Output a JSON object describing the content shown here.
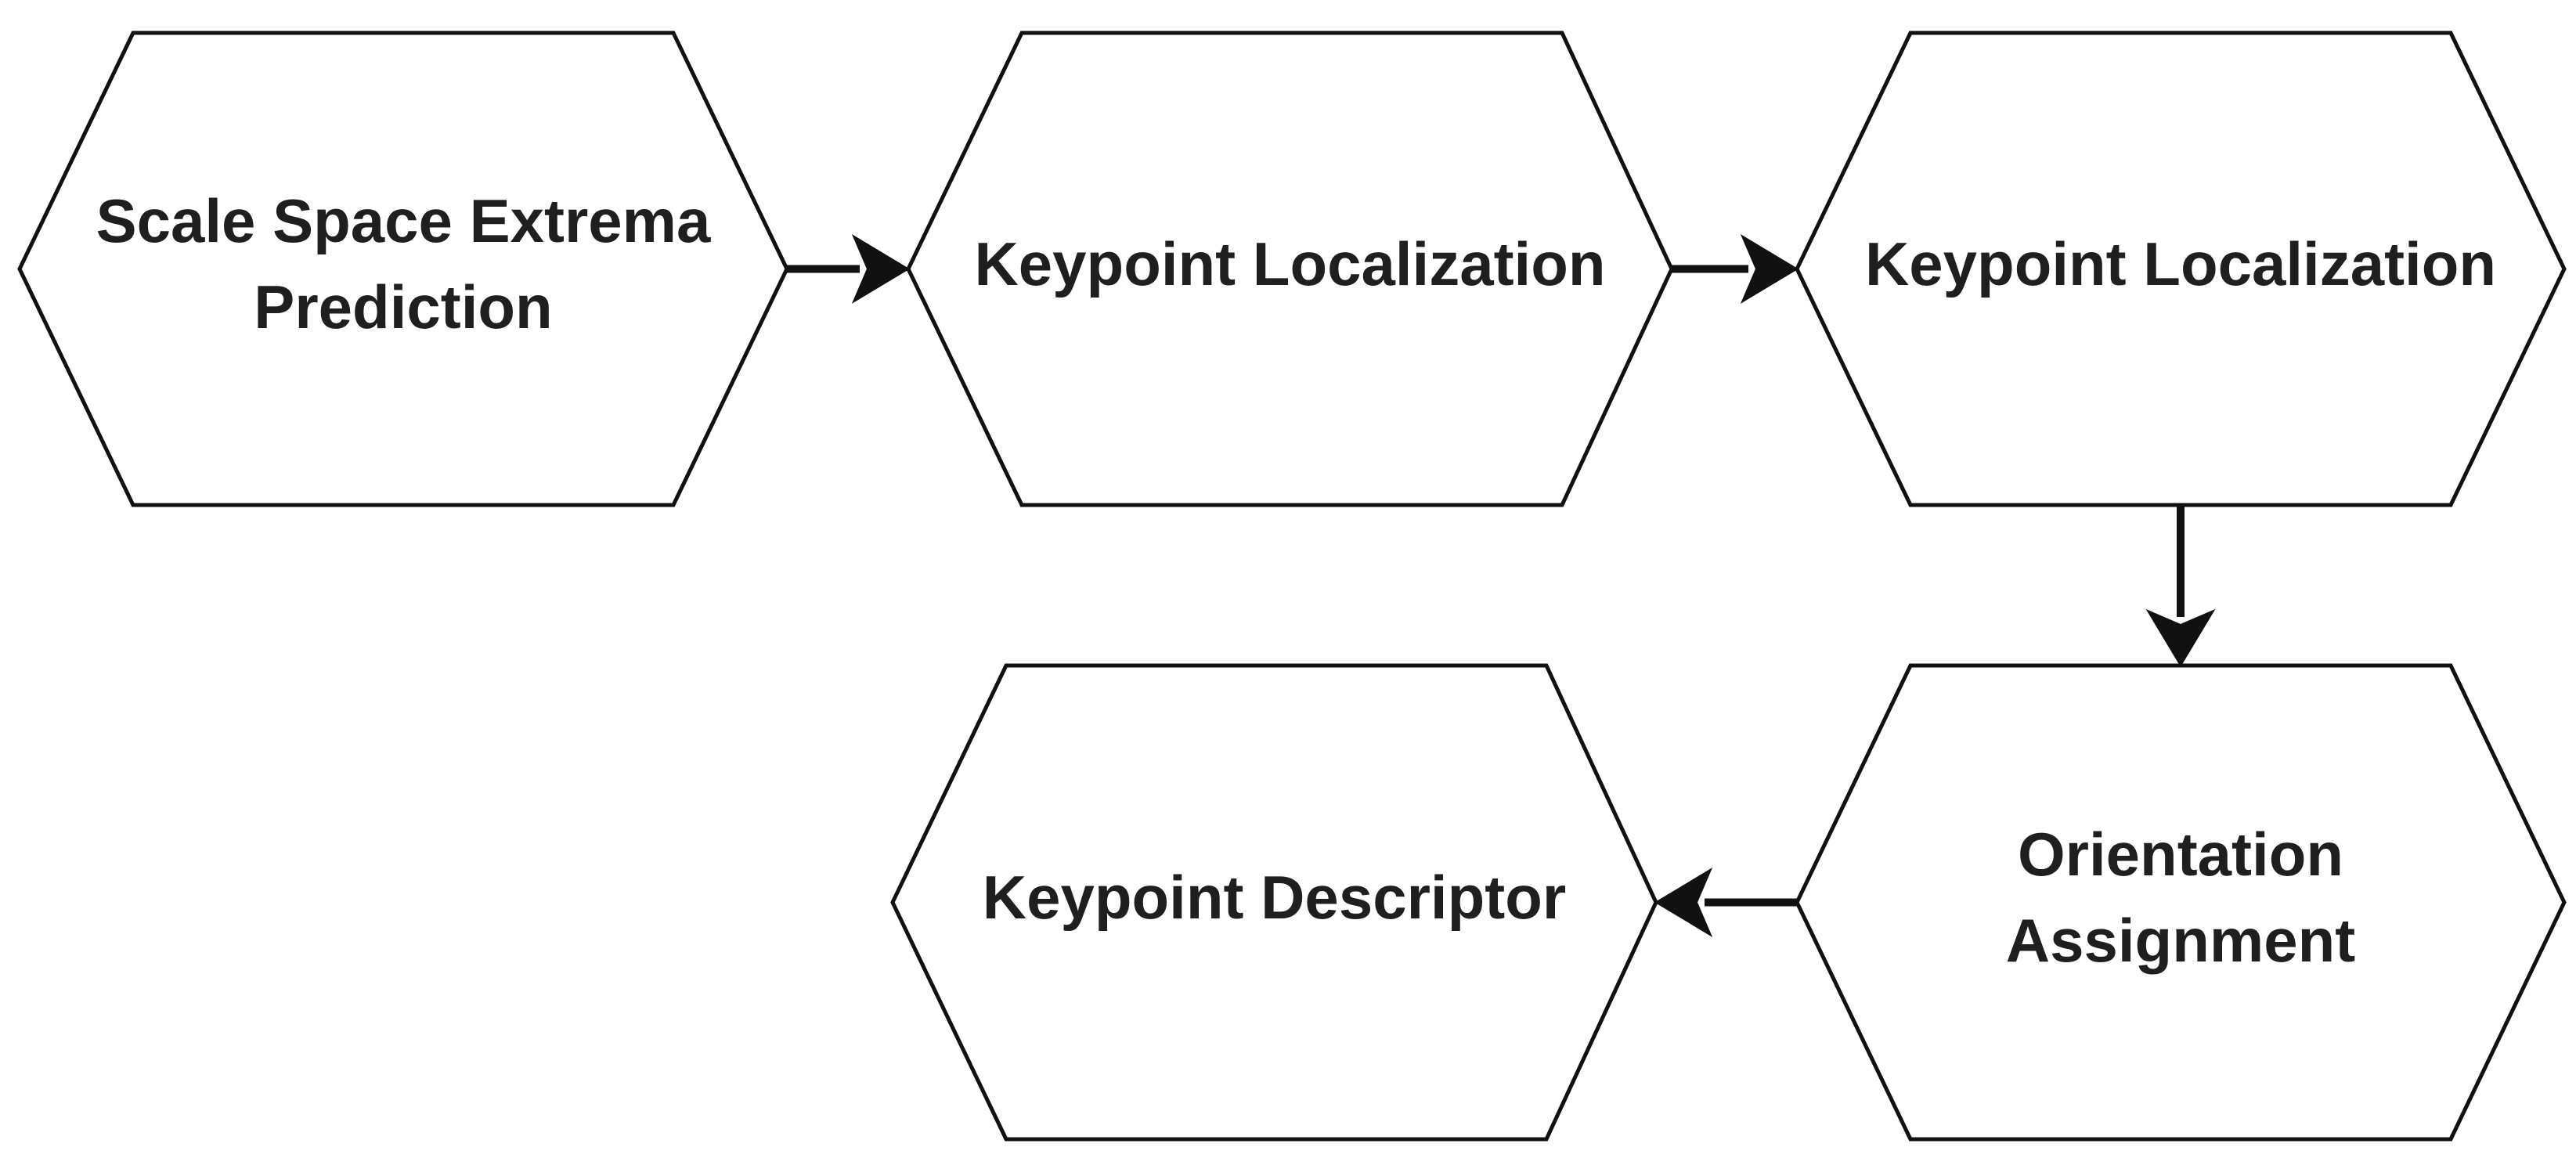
{
  "diagram": {
    "nodes": [
      {
        "id": "n1",
        "shape": "hexagon",
        "lines": [
          "Scale Space Extrema",
          "Prediction"
        ]
      },
      {
        "id": "n2",
        "shape": "hexagon",
        "lines": [
          "Keypoint Localization"
        ]
      },
      {
        "id": "n3",
        "shape": "hexagon",
        "lines": [
          "Keypoint Localization"
        ]
      },
      {
        "id": "n4",
        "shape": "hexagon",
        "lines": [
          "Orientation",
          "Assignment"
        ]
      },
      {
        "id": "n5",
        "shape": "hexagon",
        "lines": [
          "Keypoint Descriptor"
        ]
      }
    ],
    "edges": [
      {
        "from": "n1",
        "to": "n2"
      },
      {
        "from": "n2",
        "to": "n3"
      },
      {
        "from": "n3",
        "to": "n4"
      },
      {
        "from": "n4",
        "to": "n5"
      }
    ],
    "colors": {
      "stroke": "#111111",
      "text": "#1f1f1f",
      "fill": "#ffffff"
    }
  }
}
